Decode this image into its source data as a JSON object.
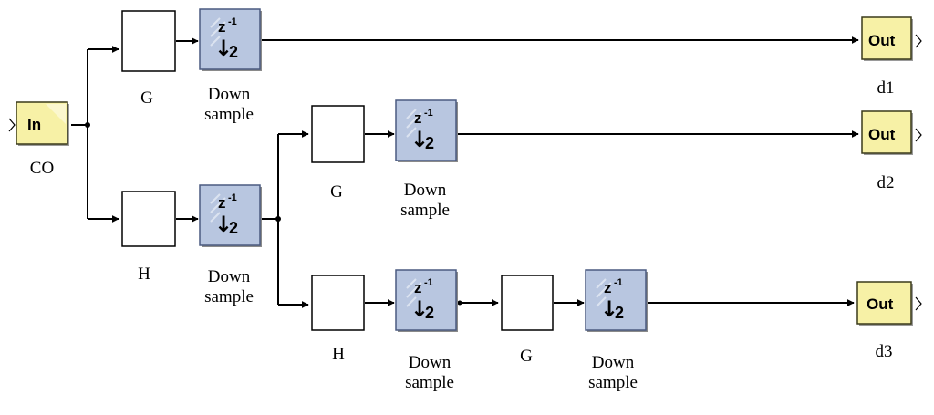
{
  "blocks": {
    "in": {
      "label": "In",
      "caption": "CO"
    },
    "out": [
      {
        "label": "Out",
        "caption": "d1"
      },
      {
        "label": "Out",
        "caption": "d2"
      },
      {
        "label": "Out",
        "caption": "d3"
      }
    ],
    "filters": {
      "g1": "G",
      "h1": "H",
      "g2": "G",
      "h2": "H",
      "g3": "G"
    },
    "downsample": {
      "symbol_top": "z",
      "symbol_exp": "-1",
      "symbol_arrow": "↓",
      "symbol_factor": "2",
      "caption_line1": "Down",
      "caption_line2": "sample"
    }
  },
  "colors": {
    "port_fill": "#f7f1a6",
    "port_border": "#3a3a1a",
    "downsample_fill": "#b8c6e0",
    "downsample_border": "#4a5a80",
    "wire": "#000000"
  }
}
